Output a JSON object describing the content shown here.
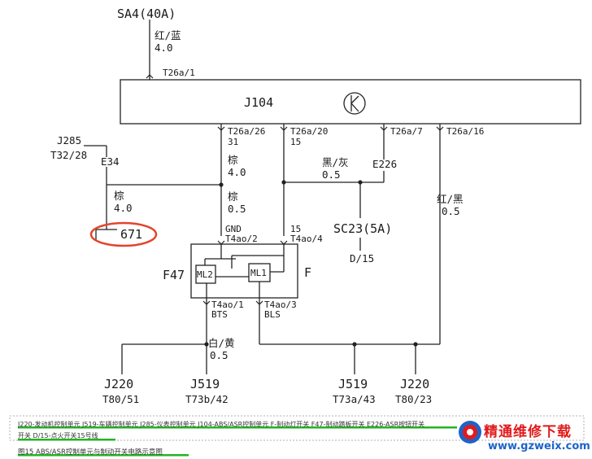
{
  "top": {
    "source_label": "SA4(40A)",
    "wire_color": "红/蓝",
    "wire_size": "4.0",
    "pin_in": "T26a/1"
  },
  "module": {
    "name": "J104"
  },
  "pins": {
    "p26": "T26a/26",
    "p26_sub": "31",
    "p20": "T26a/20",
    "p20_sub": "15",
    "p7": "T26a/7",
    "p16": "T26a/16"
  },
  "ground": {
    "j285": "J285",
    "t32": "T32/28",
    "e34": "E34",
    "wire1_color": "棕",
    "wire1_size": "4.0",
    "wire2_color": "棕",
    "wire2_size": "4.0",
    "ref": "671"
  },
  "mid": {
    "brown_color": "棕",
    "brown_size": "0.5",
    "blackgray_color": "黑/灰",
    "blackgray_size": "0.5",
    "e226": "E226",
    "sc23": "SC23(5A)",
    "d15": "D/15",
    "redblack_color": "红/黑",
    "redblack_size": "0.5"
  },
  "switch": {
    "name": "F47",
    "f": "F",
    "ml1": "ML1",
    "ml2": "ML2",
    "gnd": "GND",
    "pin2": "T4ao/2",
    "n15": "15",
    "pin4": "T4ao/4",
    "pin1": "T4ao/1",
    "bts": "BTS",
    "pin3": "T4ao/3",
    "bls": "BLS"
  },
  "bottom": {
    "whiteyellow_color": "白/黄",
    "whiteyellow_size": "0.5",
    "j220a": "J220",
    "t80_51": "T80/51",
    "j519a": "J519",
    "t73b": "T73b/42",
    "j519b": "J519",
    "t73a": "T73a/43",
    "j220b": "J220",
    "t80_23": "T80/23"
  },
  "caption": {
    "line1": "J220-发动机控制单元 J519-车辆控制单元 J285-仪表控制单元 J104-ABS/ASR控制单元 F-制动灯开关 F47-制动踏板开关 E226-ASR按钮开关",
    "line2": "开关 D/15-点火开关15号线",
    "line3": "图15 ABS/ASR控制单元与制动开关电路示意图"
  },
  "watermark": {
    "line1": "精通维修下载",
    "line2": "www.gzweix.com"
  },
  "colors": {
    "line": "#222222",
    "highlight_circle": "#e2452c",
    "green_bar": "#22b522",
    "watermark_red": "#e11b1b",
    "watermark_blue": "#1e63c8"
  }
}
